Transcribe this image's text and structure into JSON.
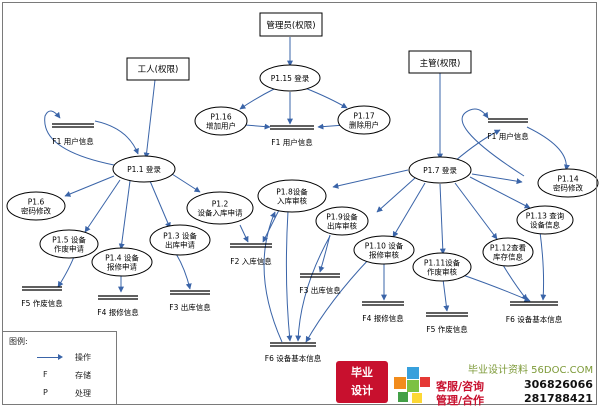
{
  "roles": {
    "admin": "管理员(权限)",
    "worker": "工人(权限)",
    "supervisor": "主管(权限)"
  },
  "processes": {
    "p115": [
      "P1.15 登录"
    ],
    "p116": [
      "P1.16",
      "增加用户"
    ],
    "p117": [
      "P1.17",
      "删除用户"
    ],
    "p11": [
      "P1.1 登录"
    ],
    "p16": [
      "P1.6",
      "密码修改"
    ],
    "p12": [
      "P1.2",
      "设备入库申请"
    ],
    "p15": [
      "P1.5 设备",
      "作废申请"
    ],
    "p14": [
      "P1.4 设备",
      "报修申请"
    ],
    "p13": [
      "P1.3 设备",
      "出库申请"
    ],
    "p18": [
      "P1.8设备",
      "入库审核"
    ],
    "p19": [
      "P1.9设备",
      "出库审核"
    ],
    "p17": [
      "P1.7 登录"
    ],
    "p110": [
      "P1.10 设备",
      "报修审核"
    ],
    "p111": [
      "P1.11设备",
      "作废审核"
    ],
    "p112": [
      "P1.12查看",
      "库存信息"
    ],
    "p113": [
      "P1.13 查询",
      "设备信息"
    ],
    "p114": [
      "P1.14",
      "密码修改"
    ]
  },
  "stores": {
    "f1_left": "F1 用户信息",
    "f1_top": "F1 用户信息",
    "f1_right": "F1 用户信息",
    "f2": "F2 入库信息",
    "f3_left": "F3 出库信息",
    "f3_mid": "F3 出库信息",
    "f4_left": "F4 报修信息",
    "f4_mid": "F4 报修信息",
    "f5_left": "F5 作废信息",
    "f5_mid": "F5 作废信息",
    "f6_bottom": "F6 设备基本信息",
    "f6_right": "F6 设备基本信息"
  },
  "legend": {
    "title": "图例:",
    "items": [
      {
        "symbol": "",
        "label": "操作"
      },
      {
        "symbol": "F",
        "label": "存储"
      },
      {
        "symbol": "P",
        "label": "处理"
      }
    ]
  },
  "watermark": {
    "logo_line1": "毕业",
    "logo_line2": "设计",
    "site": "毕业设计资料 56DOC.COM",
    "kefu": "客服/咨询",
    "guanli": "管理/合作",
    "qq1": "306826066",
    "qq2": "281788421"
  },
  "colors": {
    "line": "#3a64a8",
    "outline": "#000000",
    "logo": "#c8102e"
  }
}
